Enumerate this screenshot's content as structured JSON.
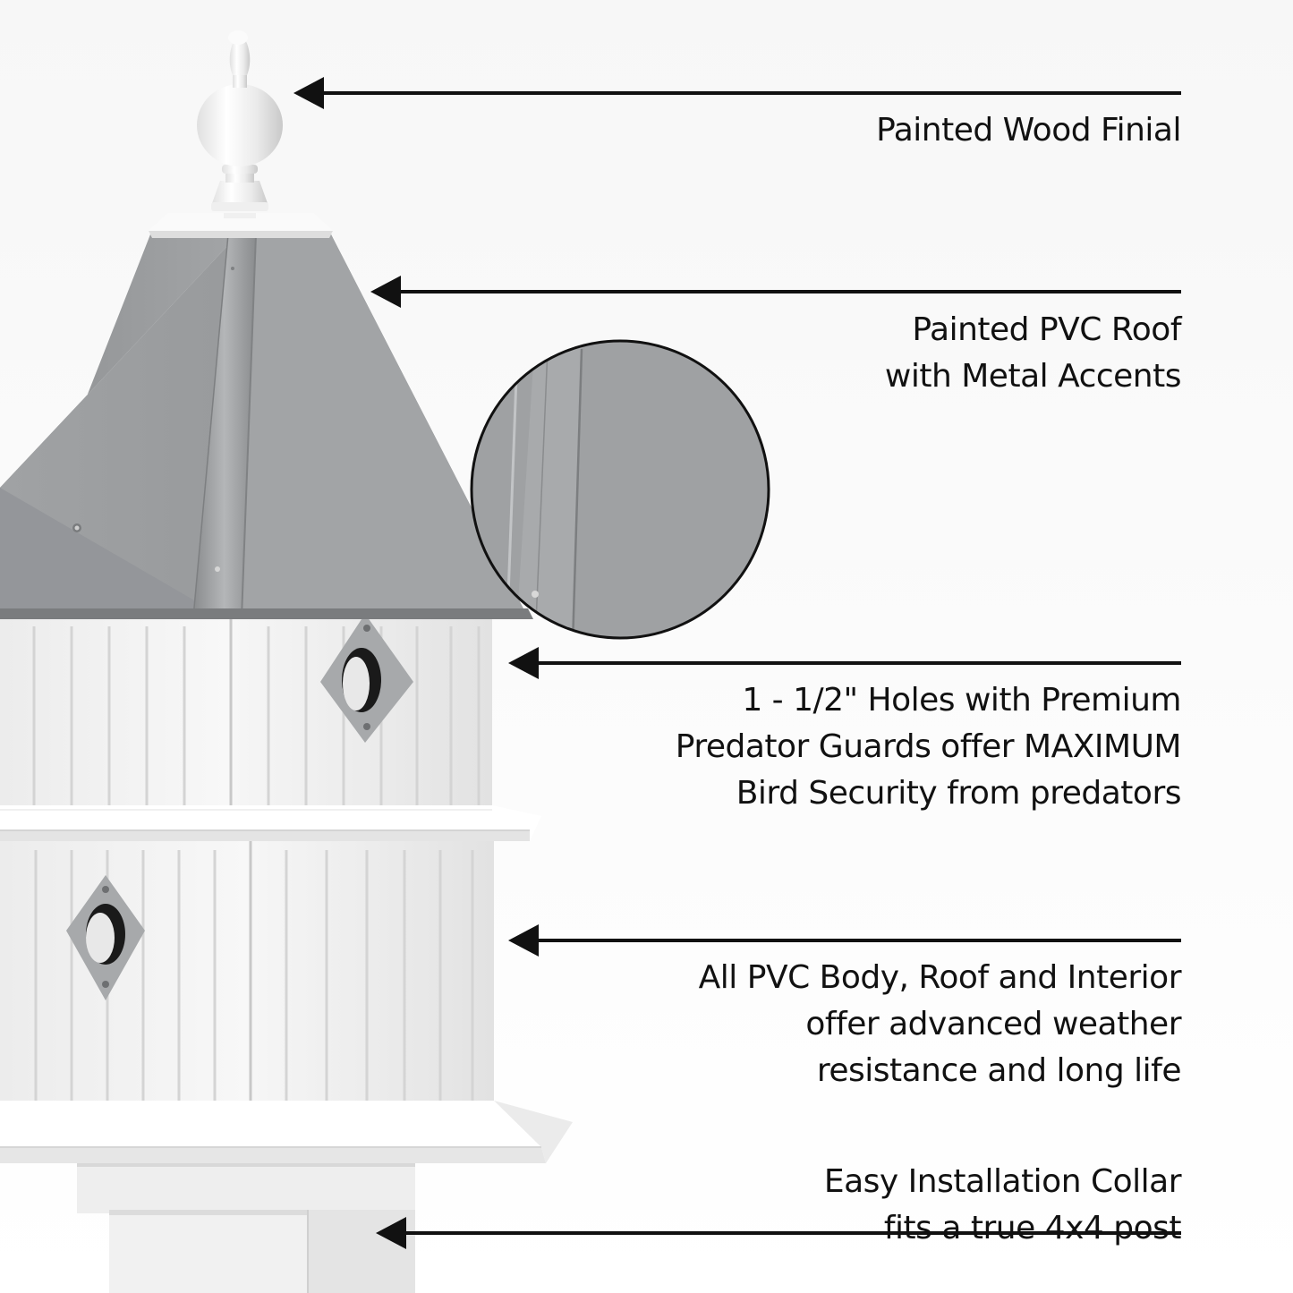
{
  "callouts": {
    "finial": {
      "lines": [
        "Painted Wood Finial"
      ]
    },
    "roof": {
      "lines": [
        "Painted PVC Roof",
        "with Metal Accents"
      ]
    },
    "holes": {
      "lines": [
        "1 - 1/2\" Holes with Premium",
        "Predator Guards offer MAXIMUM",
        "Bird Security from predators"
      ]
    },
    "body": {
      "lines": [
        "All PVC Body, Roof and Interior",
        "offer advanced weather",
        "resistance and long life"
      ]
    },
    "collar": {
      "lines": [
        "Easy Installation Collar",
        "fits a true 4x4 post"
      ]
    }
  },
  "colors": {
    "roof_gray": "#9a9c9e",
    "body_white": "#f4f4f4",
    "line_black": "#111111",
    "text_black": "#111111"
  }
}
